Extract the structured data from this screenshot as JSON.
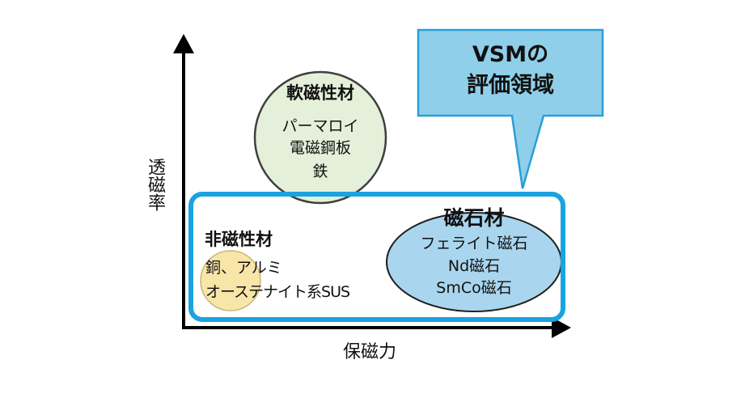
{
  "axes": {
    "y_label": "透磁率",
    "x_label": "保磁力"
  },
  "callout": {
    "line1": "VSMの",
    "line2": "評価領域"
  },
  "regions": {
    "soft_magnetic": {
      "title": "軟磁性材",
      "items": [
        "パーマロイ",
        "電磁鋼板",
        "鉄"
      ]
    },
    "non_magnetic": {
      "title": "非磁性材",
      "items": [
        "銅、アルミ",
        "オーステナイト系SUS"
      ]
    },
    "magnet": {
      "title": "磁石材",
      "items": [
        "フェライト磁石",
        "Nd磁石",
        "SmCo磁石"
      ]
    }
  },
  "colors": {
    "axis": "#000000",
    "soft_magnetic_fill": "#e4f0d9",
    "non_magnetic_fill": "#f8e6a8",
    "magnet_fill": "#a9d6ee",
    "vsm_region_border": "#1aa3df",
    "callout_fill": "#8fcfe9",
    "callout_border": "#2a9fd8"
  }
}
